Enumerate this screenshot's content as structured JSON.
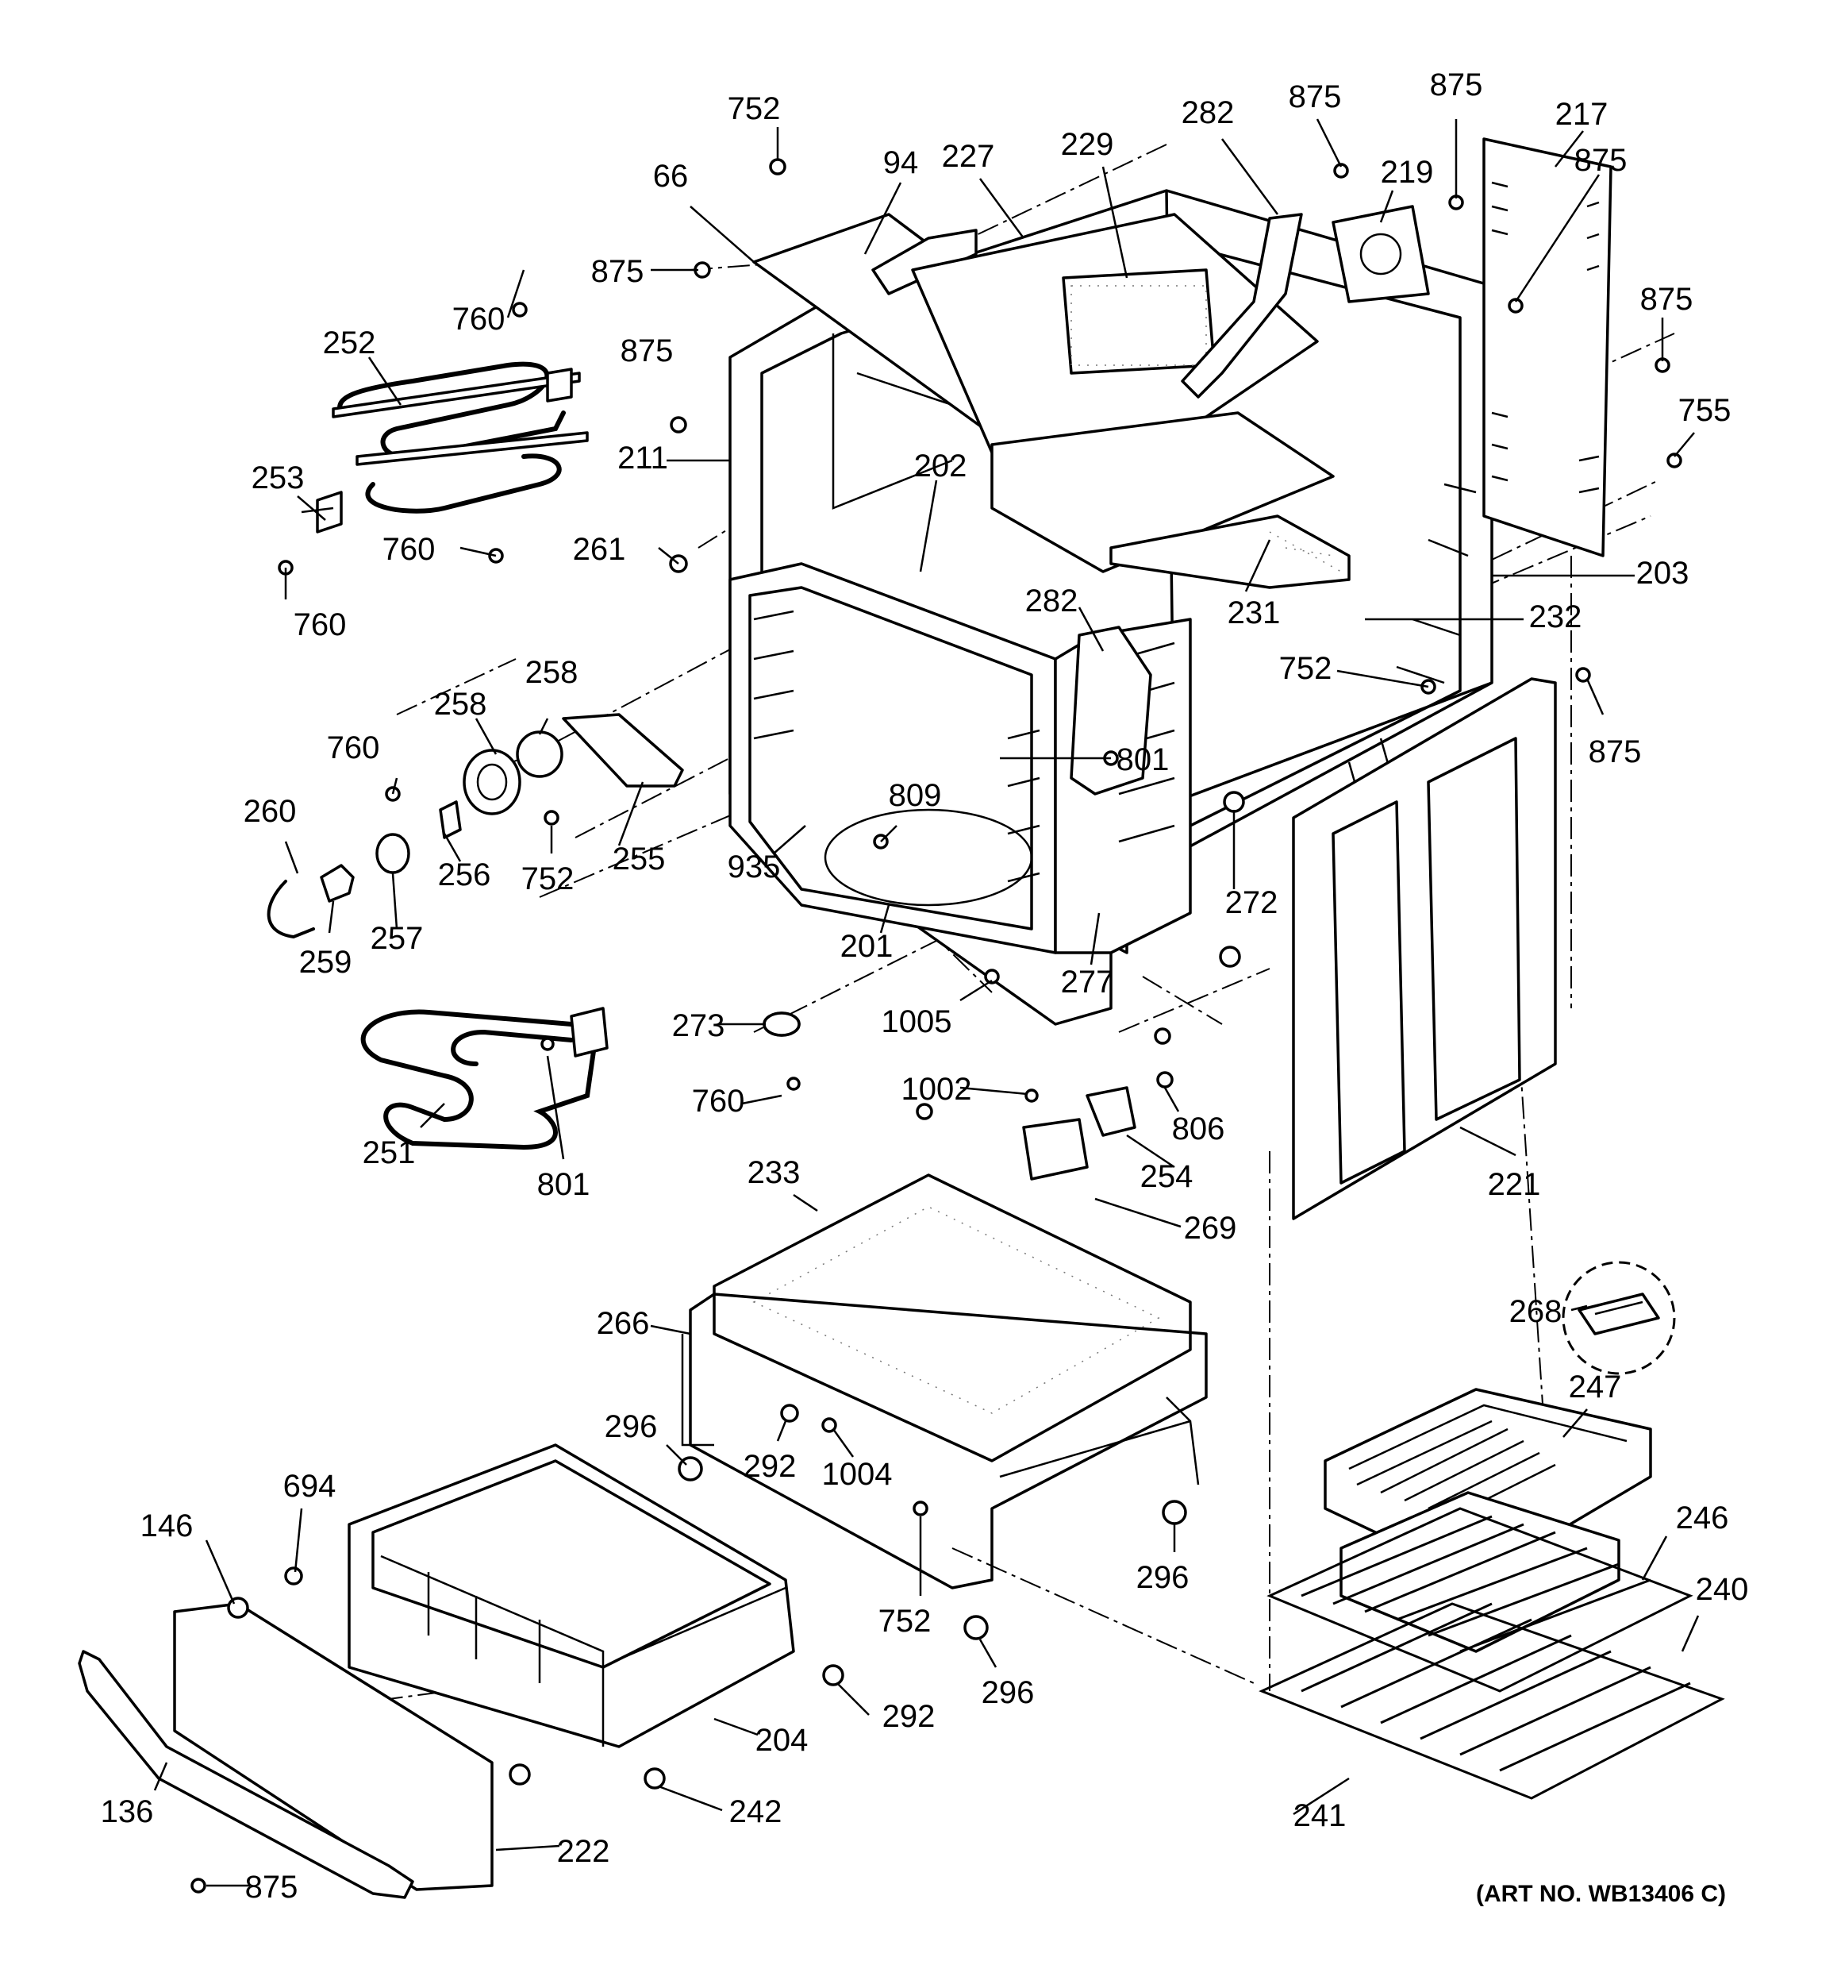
{
  "diagram": {
    "art_number": "(ART NO. WB13406 C)",
    "labels": {
      "p752a": "752",
      "p94": "94",
      "p227": "227",
      "p229": "229",
      "p282a": "282",
      "p875a": "875",
      "p875b": "875",
      "p217": "217",
      "p66": "66",
      "p219": "219",
      "p875c": "875",
      "p875d": "875",
      "p875e": "875",
      "p760a": "760",
      "p875f": "875",
      "p252": "252",
      "p755": "755",
      "p211": "211",
      "p202": "202",
      "p253": "253",
      "p261": "261",
      "p760b": "760",
      "p203": "203",
      "p231": "231",
      "p760c": "760",
      "p282b": "282",
      "p232": "232",
      "p752b": "752",
      "p258a": "258",
      "p258b": "258",
      "p875g": "875",
      "p760d": "760",
      "p801a": "801",
      "p809": "809",
      "p260": "260",
      "p272": "272",
      "p255": "255",
      "p256": "256",
      "p752c": "752",
      "p935": "935",
      "p257": "257",
      "p201": "201",
      "p259": "259",
      "p277": "277",
      "p1005": "1005",
      "p273": "273",
      "p760e": "760",
      "p1002": "1002",
      "p806": "806",
      "p251": "251",
      "p801b": "801",
      "p233": "233",
      "p254": "254",
      "p221": "221",
      "p269": "269",
      "p268": "268",
      "p266": "266",
      "p247": "247",
      "p296a": "296",
      "p292a": "292",
      "p1004": "1004",
      "p694": "694",
      "p146": "146",
      "p296b": "296",
      "p246": "246",
      "p752d": "752",
      "p240": "240",
      "p292b": "292",
      "p296c": "296",
      "p204": "204",
      "p136": "136",
      "p242": "242",
      "p241": "241",
      "p222": "222",
      "p875h": "875"
    }
  }
}
